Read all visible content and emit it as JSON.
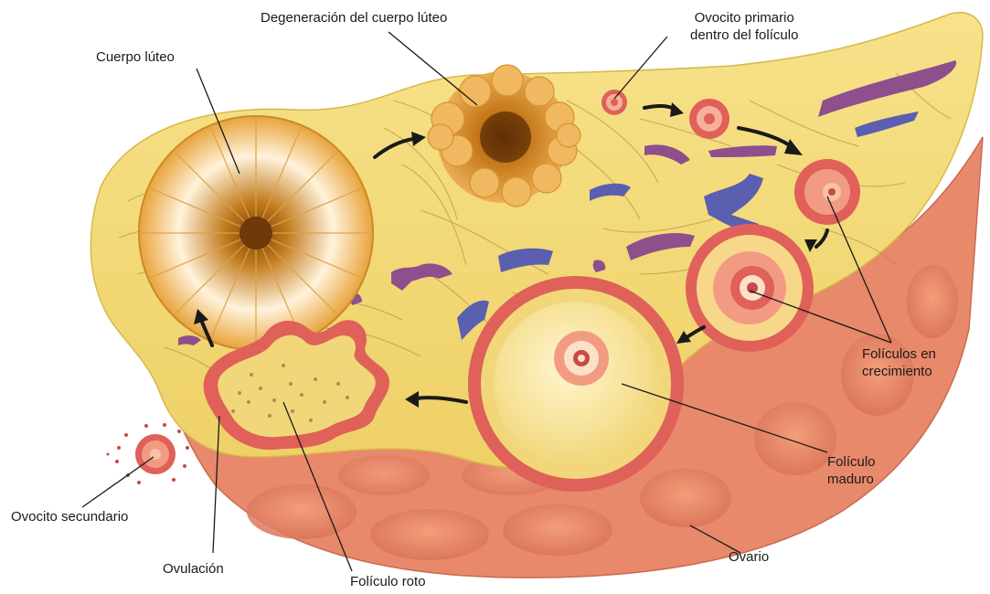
{
  "diagram": {
    "labels": {
      "cuerpo_luteo": "Cuerpo lúteo",
      "degeneracion": "Degeneración del cuerpo lúteo",
      "ovocito_primario": [
        "Ovocito primario",
        "dentro del folículo"
      ],
      "foliculos_crecimiento": [
        "Folículos en",
        "crecimiento"
      ],
      "foliculo_maduro": [
        "Folículo",
        "maduro"
      ],
      "ovocito_secundario": "Ovocito secundario",
      "ovulacion": "Ovulación",
      "foliculo_roto": "Folículo roto",
      "ovario": "Ovario"
    },
    "colors": {
      "stroma": "#f4dc72",
      "cortex": "#e8896b",
      "follicle_ring": "#e0605a",
      "luteum": "#e9a640",
      "vessel_purple": "#8e4f8c",
      "vessel_blue": "#5a5fb0",
      "arrow": "#1a1a1a",
      "leader_line": "#1a1a1a"
    }
  }
}
